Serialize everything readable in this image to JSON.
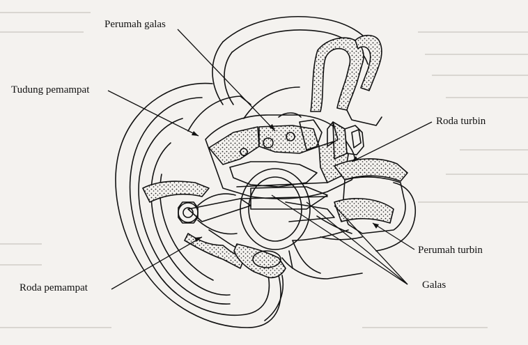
{
  "labels": {
    "perumah_galas": "Perumah galas",
    "tudung_pemampat": "Tudung pemampat",
    "roda_turbin": "Roda turbin",
    "perumah_turbin": "Perumah turbin",
    "roda_pemampat": "Roda pemampat",
    "galas": "Galas"
  }
}
